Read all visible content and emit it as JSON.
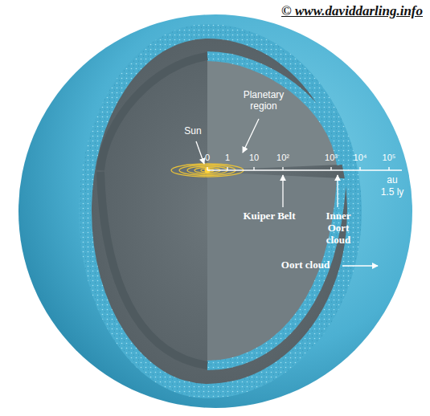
{
  "diagram": {
    "labels": [
      "© www.daviddarling.info",
      "Planetary region",
      "Sun",
      "0",
      "1",
      "10",
      "10²",
      "10³",
      "10⁴",
      "10⁵",
      "au",
      "1.5 ly",
      "Kuiper Belt",
      "Inner Oort cloud",
      "Oort cloud"
    ]
  }
}
